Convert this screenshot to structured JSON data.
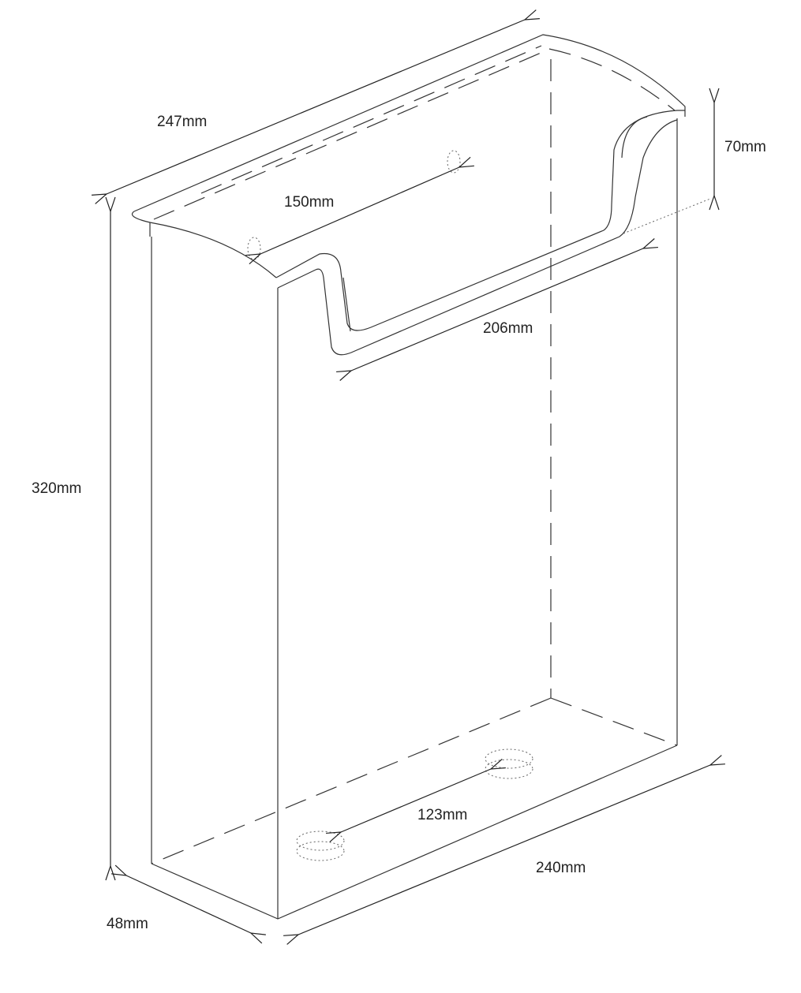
{
  "title": "Leaflet holder dimension drawing",
  "dimensions": {
    "top_length": "247mm",
    "hole_spacing_top": "150mm",
    "pocket_width": "206mm",
    "pocket_depth": "70mm",
    "height": "320mm",
    "hole_spacing_bottom": "123mm",
    "base_width": "240mm",
    "depth": "48mm"
  },
  "colors": {
    "line": "#333333",
    "background": "#ffffff"
  }
}
